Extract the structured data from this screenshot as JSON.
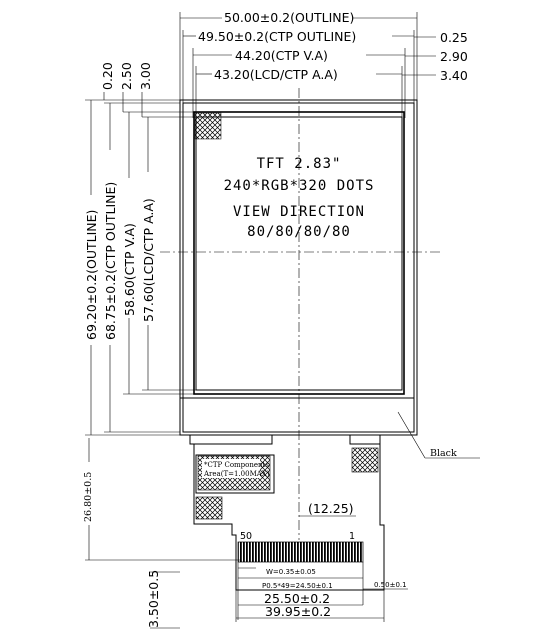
{
  "dimensions": {
    "outline_w": "50.00±0.2(OUTLINE)",
    "ctp_outline_w": "49.50±0.2(CTP OUTLINE)",
    "ctp_va_w": "44.20(CTP V.A)",
    "lcd_aa_w": "43.20(LCD/CTP A.A)",
    "right_025": "0.25",
    "right_290": "2.90",
    "right_340": "3.40",
    "top_020": "0.20",
    "top_250": "2.50",
    "top_300": "3.00",
    "outline_h": "69.20±0.2(OUTLINE)",
    "ctp_outline_h": "68.75±0.2(CTP OUTLINE)",
    "ctp_va_h": "58.60(CTP V.A)",
    "lcd_aa_h": "57.60(LCD/CTP A.A)",
    "fpc_len": "26.80±0.5",
    "fpc_tail": "3.50±0.5",
    "offset": "(12.25)",
    "pin_first": "50",
    "pin_last": "1",
    "pin_width": "W=0.35±0.05",
    "pitch": "P0.5*49=24.50±0.1",
    "tail_end": "0.50±0.1",
    "contact_w": "25.50±0.2",
    "fpc_w": "39.95±0.2"
  },
  "display_text": {
    "line1": "TFT 2.83\"",
    "line2": "240*RGB*320 DOTS",
    "line3": "VIEW DIRECTION",
    "line4": "80/80/80/80"
  },
  "components": {
    "ctp_note_1": "*CTP Components",
    "ctp_note_2": "Area(T=1.00MAX)",
    "black_label": "Black"
  }
}
